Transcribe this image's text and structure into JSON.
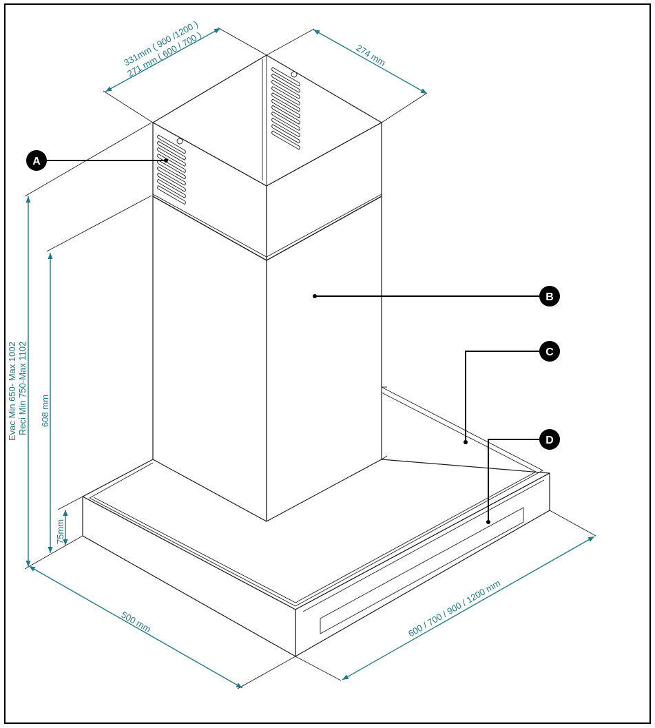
{
  "dimensions": {
    "chimney_width_line1": "331mm ( 900 /1200 )",
    "chimney_width_line2": "271 mm ( 600 / 700 )",
    "chimney_depth": "274 mm",
    "total_height_line1": "Evac Min 650- Max 1002",
    "total_height_line2": "Reci Min 750-Max 1102",
    "chimney_height": "608 mm",
    "canopy_height": "75mm",
    "hood_depth": "500 mm",
    "hood_width": "600 / 700 / 900 /  1200 mm"
  },
  "callouts": [
    {
      "label": "A"
    },
    {
      "label": "B"
    },
    {
      "label": "C"
    },
    {
      "label": "D"
    }
  ],
  "colors": {
    "dimension": "#1f7a86",
    "outline": "#1c1c1c",
    "callout": "#000000"
  }
}
